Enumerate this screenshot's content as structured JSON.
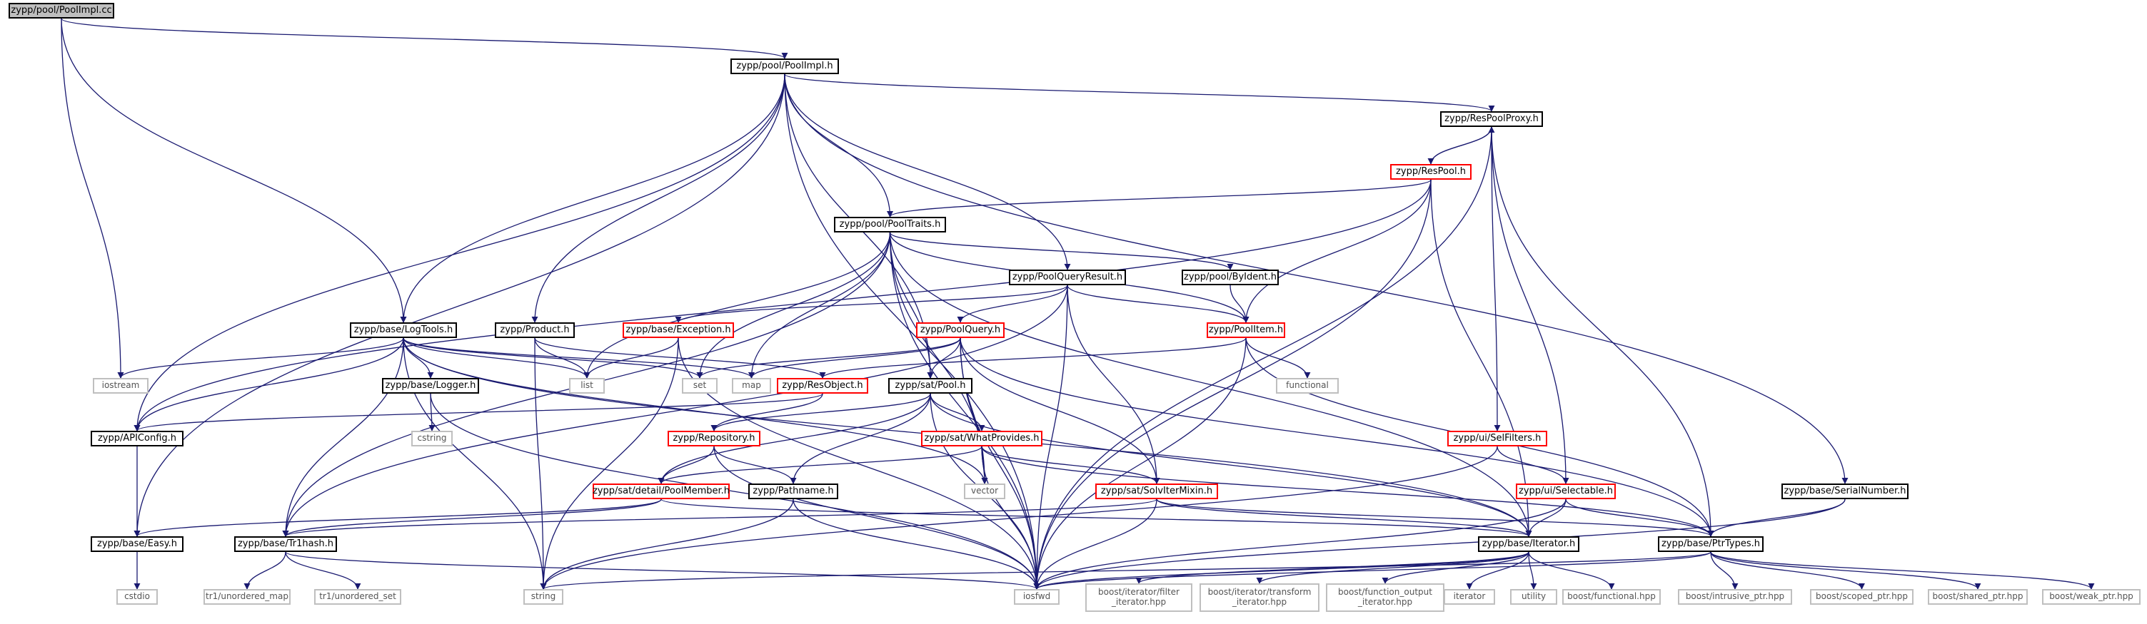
{
  "graph": {
    "edge_color": "#191970",
    "nodes": [
      {
        "id": "poolimpl_cc",
        "label": "zypp/pool/PoolImpl.cc",
        "style": "root"
      },
      {
        "id": "poolimpl_h",
        "label": "zypp/pool/PoolImpl.h",
        "style": "normal"
      },
      {
        "id": "respoolproxy",
        "label": "zypp/ResPoolProxy.h",
        "style": "normal"
      },
      {
        "id": "respool",
        "label": "zypp/ResPool.h",
        "style": "red"
      },
      {
        "id": "pooltraits",
        "label": "zypp/pool/PoolTraits.h",
        "style": "normal"
      },
      {
        "id": "poolqueryresult",
        "label": "zypp/PoolQueryResult.h",
        "style": "normal"
      },
      {
        "id": "byident",
        "label": "zypp/pool/ByIdent.h",
        "style": "normal"
      },
      {
        "id": "logtools",
        "label": "zypp/base/LogTools.h",
        "style": "normal"
      },
      {
        "id": "product",
        "label": "zypp/Product.h",
        "style": "normal"
      },
      {
        "id": "exception",
        "label": "zypp/base/Exception.h",
        "style": "red"
      },
      {
        "id": "poolquery",
        "label": "zypp/PoolQuery.h",
        "style": "red"
      },
      {
        "id": "poolitem",
        "label": "zypp/PoolItem.h",
        "style": "red"
      },
      {
        "id": "iostream",
        "label": "iostream",
        "style": "ext"
      },
      {
        "id": "list",
        "label": "list",
        "style": "ext"
      },
      {
        "id": "set",
        "label": "set",
        "style": "ext"
      },
      {
        "id": "map",
        "label": "map",
        "style": "ext"
      },
      {
        "id": "resobject",
        "label": "zypp/ResObject.h",
        "style": "red"
      },
      {
        "id": "satpool",
        "label": "zypp/sat/Pool.h",
        "style": "normal"
      },
      {
        "id": "functional",
        "label": "functional",
        "style": "ext"
      },
      {
        "id": "logger",
        "label": "zypp/base/Logger.h",
        "style": "normal"
      },
      {
        "id": "cstring",
        "label": "cstring",
        "style": "ext"
      },
      {
        "id": "apiconfig",
        "label": "zypp/APIConfig.h",
        "style": "normal"
      },
      {
        "id": "repository",
        "label": "zypp/Repository.h",
        "style": "red"
      },
      {
        "id": "whatprovides",
        "label": "zypp/sat/WhatProvides.h",
        "style": "red"
      },
      {
        "id": "selfilters",
        "label": "zypp/ui/SelFilters.h",
        "style": "red"
      },
      {
        "id": "serialnumber",
        "label": "zypp/base/SerialNumber.h",
        "style": "normal"
      },
      {
        "id": "poolmember",
        "label": "zypp/sat/detail/PoolMember.h",
        "style": "red"
      },
      {
        "id": "pathname",
        "label": "zypp/Pathname.h",
        "style": "normal"
      },
      {
        "id": "vector",
        "label": "vector",
        "style": "ext"
      },
      {
        "id": "solvitermixin",
        "label": "zypp/sat/SolvIterMixin.h",
        "style": "red"
      },
      {
        "id": "selectable",
        "label": "zypp/ui/Selectable.h",
        "style": "red"
      },
      {
        "id": "easy",
        "label": "zypp/base/Easy.h",
        "style": "normal"
      },
      {
        "id": "tr1hash",
        "label": "zypp/base/Tr1hash.h",
        "style": "normal"
      },
      {
        "id": "iterator_h",
        "label": "zypp/base/Iterator.h",
        "style": "normal"
      },
      {
        "id": "ptrtypes",
        "label": "zypp/base/PtrTypes.h",
        "style": "normal"
      },
      {
        "id": "cstdio",
        "label": "cstdio",
        "style": "ext"
      },
      {
        "id": "unordered_map",
        "label": "tr1/unordered_map",
        "style": "ext"
      },
      {
        "id": "unordered_set",
        "label": "tr1/unordered_set",
        "style": "ext"
      },
      {
        "id": "string",
        "label": "string",
        "style": "ext"
      },
      {
        "id": "iosfwd",
        "label": "iosfwd",
        "style": "ext"
      },
      {
        "id": "filter_iterator",
        "label": "boost/iterator/filter\n_iterator.hpp",
        "style": "ext"
      },
      {
        "id": "transform_iterator",
        "label": "boost/iterator/transform\n_iterator.hpp",
        "style": "ext"
      },
      {
        "id": "function_output",
        "label": "boost/function_output\n_iterator.hpp",
        "style": "ext"
      },
      {
        "id": "iterator",
        "label": "iterator",
        "style": "ext"
      },
      {
        "id": "utility",
        "label": "utility",
        "style": "ext"
      },
      {
        "id": "functional_hpp",
        "label": "boost/functional.hpp",
        "style": "ext"
      },
      {
        "id": "intrusive_ptr",
        "label": "boost/intrusive_ptr.hpp",
        "style": "ext"
      },
      {
        "id": "scoped_ptr",
        "label": "boost/scoped_ptr.hpp",
        "style": "ext"
      },
      {
        "id": "shared_ptr",
        "label": "boost/shared_ptr.hpp",
        "style": "ext"
      },
      {
        "id": "weak_ptr",
        "label": "boost/weak_ptr.hpp",
        "style": "ext"
      }
    ],
    "edges": [
      [
        "poolimpl_cc",
        "poolimpl_h"
      ],
      [
        "poolimpl_cc",
        "iostream"
      ],
      [
        "poolimpl_cc",
        "logtools"
      ],
      [
        "poolimpl_h",
        "respoolproxy"
      ],
      [
        "poolimpl_h",
        "pooltraits"
      ],
      [
        "poolimpl_h",
        "poolqueryresult"
      ],
      [
        "poolimpl_h",
        "logtools"
      ],
      [
        "poolimpl_h",
        "product"
      ],
      [
        "poolimpl_h",
        "satpool"
      ],
      [
        "poolimpl_h",
        "apiconfig"
      ],
      [
        "poolimpl_h",
        "easy"
      ],
      [
        "poolimpl_h",
        "iosfwd"
      ],
      [
        "poolimpl_h",
        "serialnumber"
      ],
      [
        "respoolproxy",
        "respool"
      ],
      [
        "respoolproxy",
        "selfilters"
      ],
      [
        "respoolproxy",
        "selectable"
      ],
      [
        "respoolproxy",
        "ptrtypes"
      ],
      [
        "respoolproxy",
        "iosfwd"
      ],
      [
        "respool",
        "respoolproxy"
      ],
      [
        "respool",
        "pooltraits"
      ],
      [
        "respool",
        "poolitem"
      ],
      [
        "respool",
        "iterator_h"
      ],
      [
        "respool",
        "apiconfig"
      ],
      [
        "respool",
        "iosfwd"
      ],
      [
        "pooltraits",
        "byident"
      ],
      [
        "pooltraits",
        "poolitem"
      ],
      [
        "pooltraits",
        "list"
      ],
      [
        "pooltraits",
        "set"
      ],
      [
        "pooltraits",
        "map"
      ],
      [
        "pooltraits",
        "satpool"
      ],
      [
        "pooltraits",
        "vector"
      ],
      [
        "pooltraits",
        "iterator_h"
      ],
      [
        "pooltraits",
        "tr1hash"
      ],
      [
        "pooltraits",
        "iosfwd"
      ],
      [
        "poolqueryresult",
        "exception"
      ],
      [
        "poolqueryresult",
        "poolquery"
      ],
      [
        "poolqueryresult",
        "poolitem"
      ],
      [
        "poolqueryresult",
        "solvitermixin"
      ],
      [
        "poolqueryresult",
        "tr1hash"
      ],
      [
        "poolqueryresult",
        "iosfwd"
      ],
      [
        "byident",
        "poolitem"
      ],
      [
        "logtools",
        "iostream"
      ],
      [
        "logtools",
        "list"
      ],
      [
        "logtools",
        "set"
      ],
      [
        "logtools",
        "map"
      ],
      [
        "logtools",
        "logger"
      ],
      [
        "logtools",
        "apiconfig"
      ],
      [
        "logtools",
        "tr1hash"
      ],
      [
        "logtools",
        "string"
      ],
      [
        "logtools",
        "vector"
      ],
      [
        "logtools",
        "iterator_h"
      ],
      [
        "product",
        "list"
      ],
      [
        "product",
        "resobject"
      ],
      [
        "product",
        "string"
      ],
      [
        "exception",
        "list"
      ],
      [
        "exception",
        "string"
      ],
      [
        "exception",
        "iosfwd"
      ],
      [
        "poolquery",
        "set"
      ],
      [
        "poolquery",
        "map"
      ],
      [
        "poolquery",
        "satpool"
      ],
      [
        "poolquery",
        "solvitermixin"
      ],
      [
        "poolquery",
        "vector"
      ],
      [
        "poolquery",
        "ptrtypes"
      ],
      [
        "poolquery",
        "iosfwd"
      ],
      [
        "poolitem",
        "resobject"
      ],
      [
        "poolitem",
        "functional"
      ],
      [
        "poolitem",
        "ptrtypes"
      ],
      [
        "poolitem",
        "iosfwd"
      ],
      [
        "resobject",
        "repository"
      ],
      [
        "resobject",
        "apiconfig"
      ],
      [
        "satpool",
        "repository"
      ],
      [
        "satpool",
        "whatprovides"
      ],
      [
        "satpool",
        "poolmember"
      ],
      [
        "satpool",
        "pathname"
      ],
      [
        "satpool",
        "iterator_h"
      ],
      [
        "satpool",
        "iosfwd"
      ],
      [
        "logger",
        "cstring"
      ],
      [
        "logger",
        "iosfwd"
      ],
      [
        "apiconfig",
        "easy"
      ],
      [
        "repository",
        "poolmember"
      ],
      [
        "repository",
        "pathname"
      ],
      [
        "repository",
        "iosfwd"
      ],
      [
        "whatprovides",
        "poolmember"
      ],
      [
        "whatprovides",
        "solvitermixin"
      ],
      [
        "whatprovides",
        "vector"
      ],
      [
        "whatprovides",
        "iosfwd"
      ],
      [
        "whatprovides",
        "ptrtypes"
      ],
      [
        "selfilters",
        "selectable"
      ],
      [
        "selfilters",
        "string"
      ],
      [
        "serialnumber",
        "ptrtypes"
      ],
      [
        "serialnumber",
        "iosfwd"
      ],
      [
        "poolmember",
        "easy"
      ],
      [
        "poolmember",
        "tr1hash"
      ],
      [
        "poolmember",
        "iterator_h"
      ],
      [
        "pathname",
        "string"
      ],
      [
        "pathname",
        "iosfwd"
      ],
      [
        "solvitermixin",
        "tr1hash"
      ],
      [
        "solvitermixin",
        "iterator_h"
      ],
      [
        "solvitermixin",
        "ptrtypes"
      ],
      [
        "solvitermixin",
        "iosfwd"
      ],
      [
        "selectable",
        "iterator_h"
      ],
      [
        "selectable",
        "ptrtypes"
      ],
      [
        "selectable",
        "iosfwd"
      ],
      [
        "easy",
        "cstdio"
      ],
      [
        "tr1hash",
        "unordered_map"
      ],
      [
        "tr1hash",
        "unordered_set"
      ],
      [
        "tr1hash",
        "iosfwd"
      ],
      [
        "iterator_h",
        "filter_iterator"
      ],
      [
        "iterator_h",
        "transform_iterator"
      ],
      [
        "iterator_h",
        "function_output"
      ],
      [
        "iterator_h",
        "iterator"
      ],
      [
        "iterator_h",
        "utility"
      ],
      [
        "iterator_h",
        "functional_hpp"
      ],
      [
        "iterator_h",
        "iosfwd"
      ],
      [
        "ptrtypes",
        "intrusive_ptr"
      ],
      [
        "ptrtypes",
        "scoped_ptr"
      ],
      [
        "ptrtypes",
        "shared_ptr"
      ],
      [
        "ptrtypes",
        "weak_ptr"
      ],
      [
        "ptrtypes",
        "string"
      ],
      [
        "ptrtypes",
        "iosfwd"
      ]
    ]
  }
}
